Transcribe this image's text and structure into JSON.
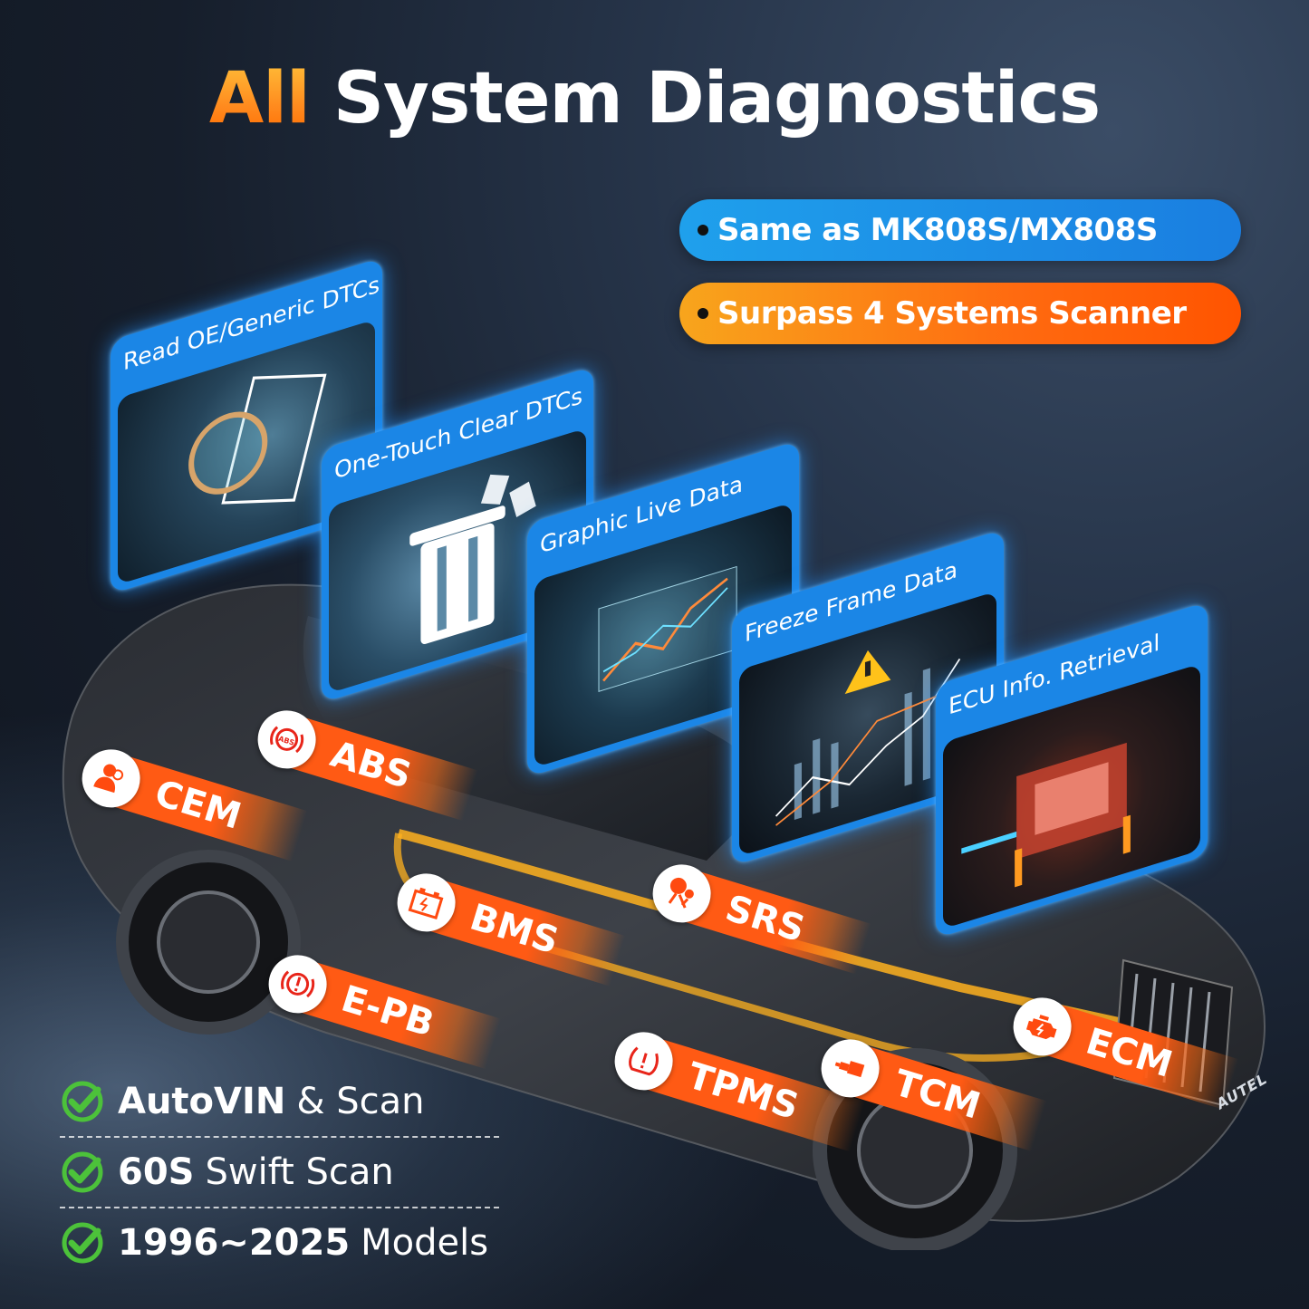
{
  "header": {
    "title_accent": "All",
    "title_rest": "System Diagnostics",
    "accent_color": "#ff8a1e"
  },
  "pills": [
    {
      "label": "Same as MK808S/MX808S",
      "color": "#1a8ae6"
    },
    {
      "label": "Surpass 4 Systems Scanner",
      "color": "#ff6a10"
    }
  ],
  "features": [
    {
      "label": "Read OE/Generic DTCs",
      "image": "magnifier-document"
    },
    {
      "label": "One-Touch Clear DTCs",
      "image": "trash-bin"
    },
    {
      "label": "Graphic Live Data",
      "image": "live-graph"
    },
    {
      "label": "Freeze Frame Data",
      "image": "warning-chart"
    },
    {
      "label": "ECU Info. Retrieval",
      "image": "chip-board"
    }
  ],
  "systems": [
    {
      "label": "CEM",
      "icon": "person-icon"
    },
    {
      "label": "ABS",
      "icon": "abs-icon"
    },
    {
      "label": "BMS",
      "icon": "battery-icon"
    },
    {
      "label": "SRS",
      "icon": "airbag-icon"
    },
    {
      "label": "E-PB",
      "icon": "parking-brake-icon"
    },
    {
      "label": "TPMS",
      "icon": "tire-pressure-icon"
    },
    {
      "label": "TCM",
      "icon": "transmission-icon"
    },
    {
      "label": "ECM",
      "icon": "engine-icon"
    }
  ],
  "system_tag_color": "#ff5a14",
  "checklist": [
    {
      "strong": "AutoVIN",
      "rest": "& Scan"
    },
    {
      "strong": "60S",
      "rest": "Swift Scan"
    },
    {
      "strong": "1996~2025",
      "rest": "Models"
    }
  ],
  "check_color": "#4cc23a",
  "brand": "AUTEL"
}
